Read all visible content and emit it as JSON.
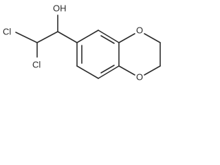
{
  "molecule": {
    "atoms": {
      "hydroxyl": "OH",
      "chlorine_upper": "Cl",
      "chlorine_lower": "Cl",
      "ring_oxygen_upper": "O",
      "ring_oxygen_lower": "O"
    }
  }
}
